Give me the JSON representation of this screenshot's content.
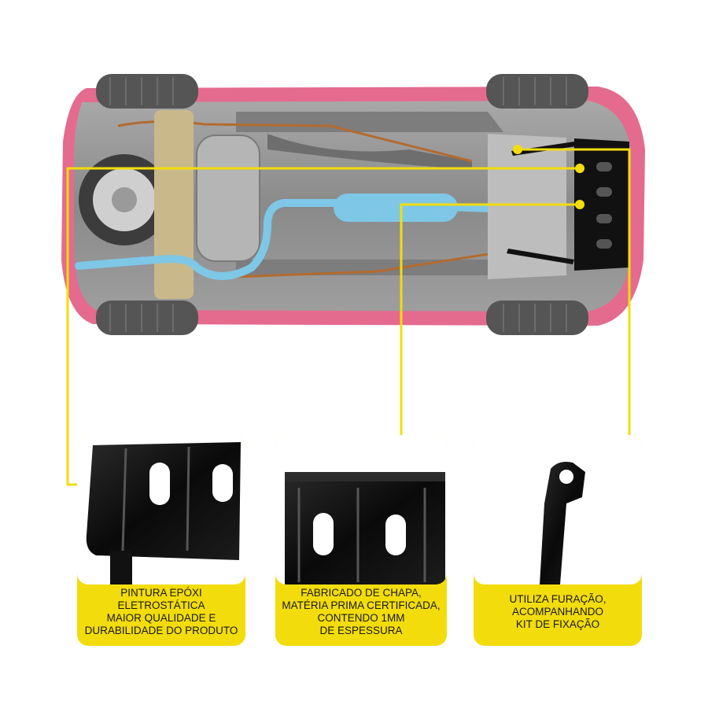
{
  "cards": [
    {
      "text": "PINTURA EPÓXI\nELETROSTÁTICA\nMAIOR QUALIDADE E\nDURABILIDADE DO PRODUTO"
    },
    {
      "text": "FABRICADO DE CHAPA,\nMATÉRIA PRIMA CERTIFICADA,\nCONTENDO 1MM\nDE ESPESSURA"
    },
    {
      "text": "UTILIZA FURAÇÃO,\nACOMPANHANDO\nKIT DE FIXAÇÃO"
    }
  ],
  "colors": {
    "accent_yellow": "#f3dc0c",
    "car_body": "#e46b8e",
    "underbody_gray": "#8f8f8f",
    "exhaust_blue": "#7ec7e6",
    "skid_plate": "#111111"
  }
}
